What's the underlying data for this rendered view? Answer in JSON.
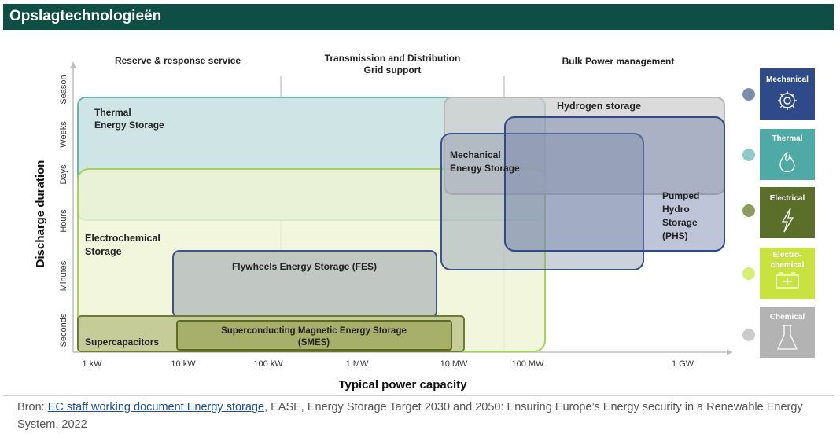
{
  "header": {
    "title": "Opslagtechnologieën"
  },
  "axes": {
    "y_label": "Discharge duration",
    "x_label": "Typical power capacity",
    "y_ticks": [
      "Seconds",
      "Minutes",
      "Hours",
      "Days",
      "Weeks",
      "Season"
    ],
    "x_ticks": [
      "1 kW",
      "10 kW",
      "100 kW",
      "1 MW",
      "10 MW",
      "100 MW",
      "1 GW"
    ]
  },
  "zones": {
    "left": "Reserve & response service",
    "middle_line1": "Transmission and Distribution",
    "middle_line2": "Grid support",
    "right": "Bulk Power management"
  },
  "technologies": {
    "thermal": [
      "Thermal",
      "Energy Storage"
    ],
    "hydrogen": "Hydrogen storage",
    "mechanical": [
      "Mechanical",
      "Energy Storage"
    ],
    "phs": [
      "Pumped",
      "Hydro",
      "Storage",
      "(PHS)"
    ],
    "electrochemical": [
      "Electrochemical",
      "Storage"
    ],
    "flywheels": "Flywheels Energy Storage (FES)",
    "smes": [
      "Superconducting Magnetic Energy Storage",
      "(SMES)"
    ],
    "supercapacitors": "Supercapacitors"
  },
  "legend": [
    {
      "label": "Mechanical",
      "dot_color": "#7c8cad",
      "box_color": "#2e4a88",
      "icon": "gear-icon"
    },
    {
      "label": "Thermal",
      "dot_color": "#8fcac8",
      "box_color": "#4fa9a5",
      "icon": "flame-icon"
    },
    {
      "label": "Electrical",
      "dot_color": "#8e9a5f",
      "box_color": "#5b6e2a",
      "icon": "lightning-icon"
    },
    {
      "label_line1": "Electro-",
      "label_line2": "chemical",
      "dot_color": "#d8ee78",
      "box_color": "#c8e33f",
      "icon": "battery-icon"
    },
    {
      "label": "Chemical",
      "dot_color": "#cccccc",
      "box_color": "#b3b3b3",
      "icon": "flask-icon"
    }
  ],
  "source": {
    "prefix": "Bron: ",
    "link_text": "EC staff working document Energy storage",
    "rest": ", EASE, Energy Storage Target 2030 and 2050: Ensuring Europe’s Energy security in a Renewable Energy System, 2022"
  }
}
